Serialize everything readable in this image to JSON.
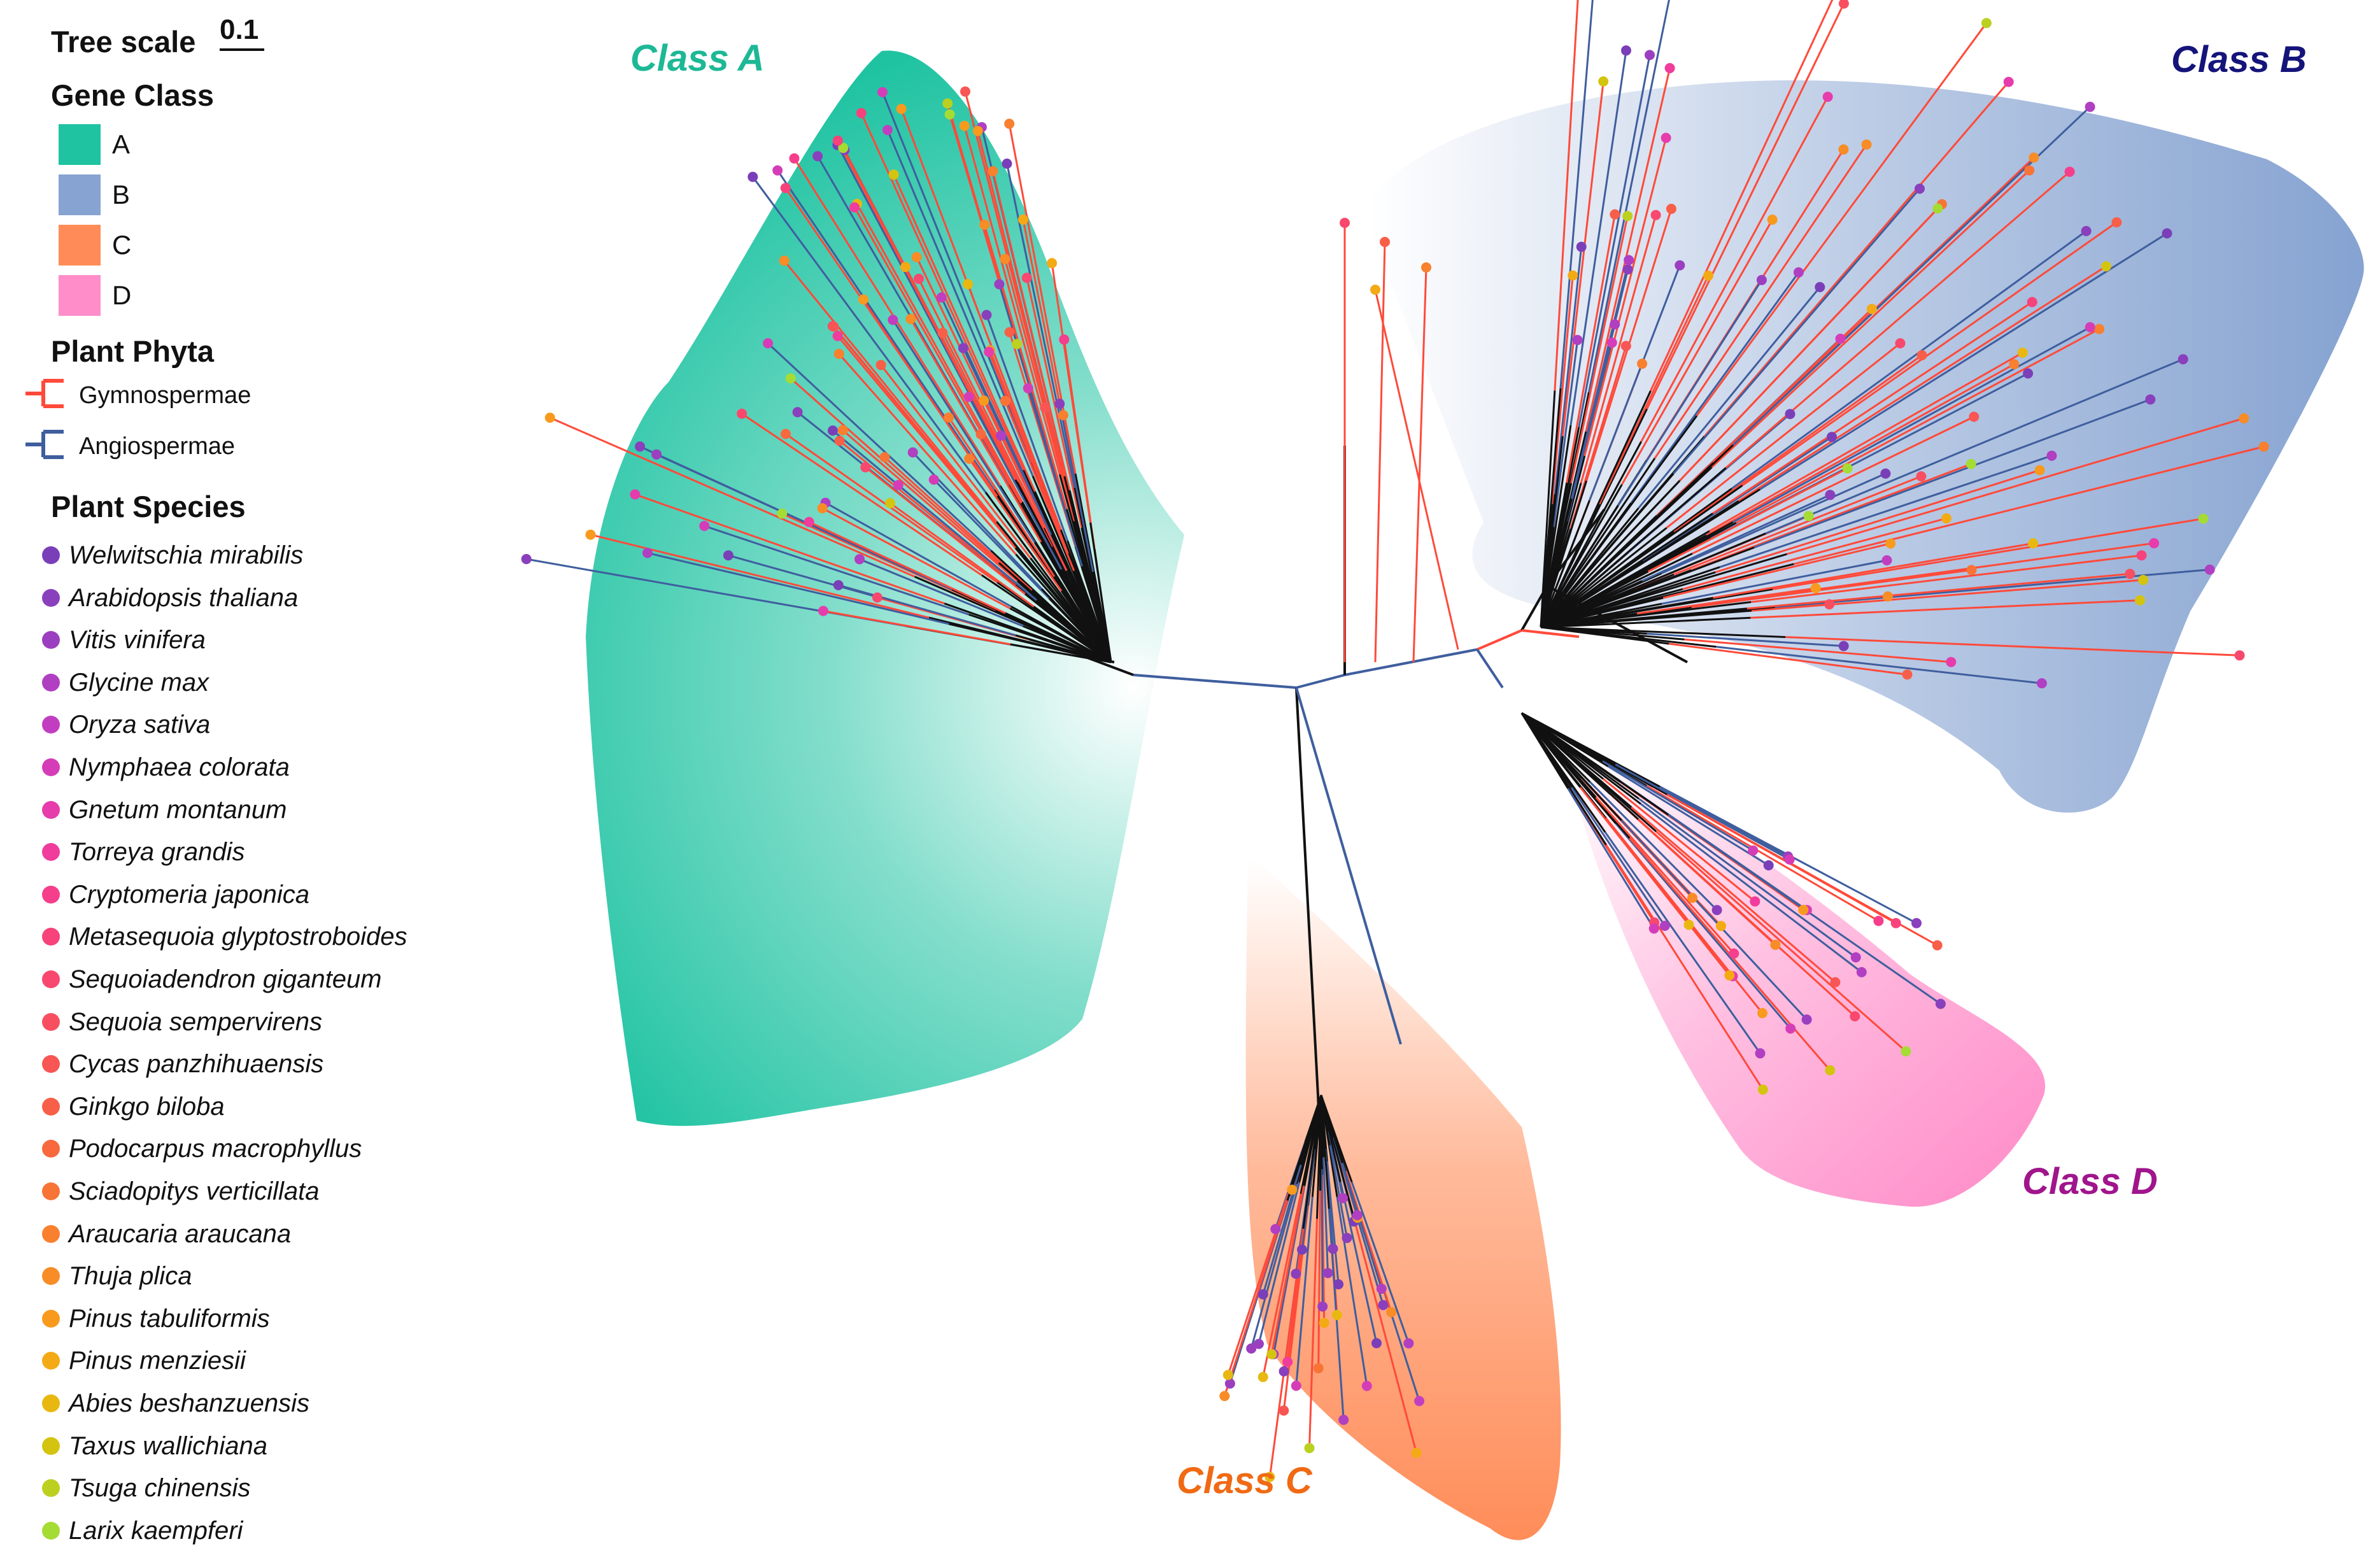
{
  "legend": {
    "tree_scale_title": "Tree scale",
    "tree_scale_value": "0.1",
    "gene_class_title": "Gene Class",
    "gene_classes": [
      {
        "label": "A",
        "color": "#1fc3a2"
      },
      {
        "label": "B",
        "color": "#86a3d1"
      },
      {
        "label": "C",
        "color": "#ff8c58"
      },
      {
        "label": "D",
        "color": "#ff8dc9"
      }
    ],
    "phyta_title": "Plant Phyta",
    "phyta": [
      {
        "label": "Gymnospermae",
        "color": "#ff4a3a"
      },
      {
        "label": "Angiospermae",
        "color": "#3f5e9e"
      }
    ],
    "species_title": "Plant Species",
    "species": [
      {
        "name": "Welwitschia mirabilis",
        "color": "#7a3fb8"
      },
      {
        "name": "Arabidopsis thaliana",
        "color": "#8a3fbc"
      },
      {
        "name": "Vitis vinifera",
        "color": "#9b3fc0"
      },
      {
        "name": "Glycine max",
        "color": "#b03fc2"
      },
      {
        "name": "Oryza sativa",
        "color": "#c23ec0"
      },
      {
        "name": "Nymphaea colorata",
        "color": "#d53db8"
      },
      {
        "name": "Gnetum montanum",
        "color": "#e63cac"
      },
      {
        "name": "Torreya grandis",
        "color": "#f03c9c"
      },
      {
        "name": "Cryptomeria japonica",
        "color": "#f53e8c"
      },
      {
        "name": "Metasequoia glyptostroboides",
        "color": "#f7427c"
      },
      {
        "name": "Sequoiadendron giganteum",
        "color": "#f8486e"
      },
      {
        "name": "Sequoia sempervirens",
        "color": "#f84f60"
      },
      {
        "name": "Cycas panzhihuaensis",
        "color": "#f85654"
      },
      {
        "name": "Ginkgo biloba",
        "color": "#f85f48"
      },
      {
        "name": "Podocarpus macrophyllus",
        "color": "#f8693e"
      },
      {
        "name": "Sciadopitys verticillata",
        "color": "#f87436"
      },
      {
        "name": "Araucaria araucana",
        "color": "#f8802e"
      },
      {
        "name": "Thuja plica",
        "color": "#f88c26"
      },
      {
        "name": "Pinus tabuliformis",
        "color": "#f89a1e"
      },
      {
        "name": "Pinus menziesii",
        "color": "#f4aa14"
      },
      {
        "name": "Abies beshanzuensis",
        "color": "#e8b810"
      },
      {
        "name": "Taxus wallichiana",
        "color": "#d4c410"
      },
      {
        "name": "Tsuga chinensis",
        "color": "#bcd020"
      },
      {
        "name": "Larix kaempferi",
        "color": "#a4dc34"
      }
    ]
  },
  "clades": {
    "A": {
      "label": "Class A",
      "label_color": "#1db896"
    },
    "B": {
      "label": "Class B",
      "label_color": "#14147a"
    },
    "C": {
      "label": "Class C",
      "label_color": "#f06a14"
    },
    "D": {
      "label": "Class D",
      "label_color": "#a0158c"
    }
  },
  "branch_colors": {
    "gymnosperm": "#ff4a3a",
    "angiosperm": "#3f5e9e",
    "internal": "#111111"
  }
}
